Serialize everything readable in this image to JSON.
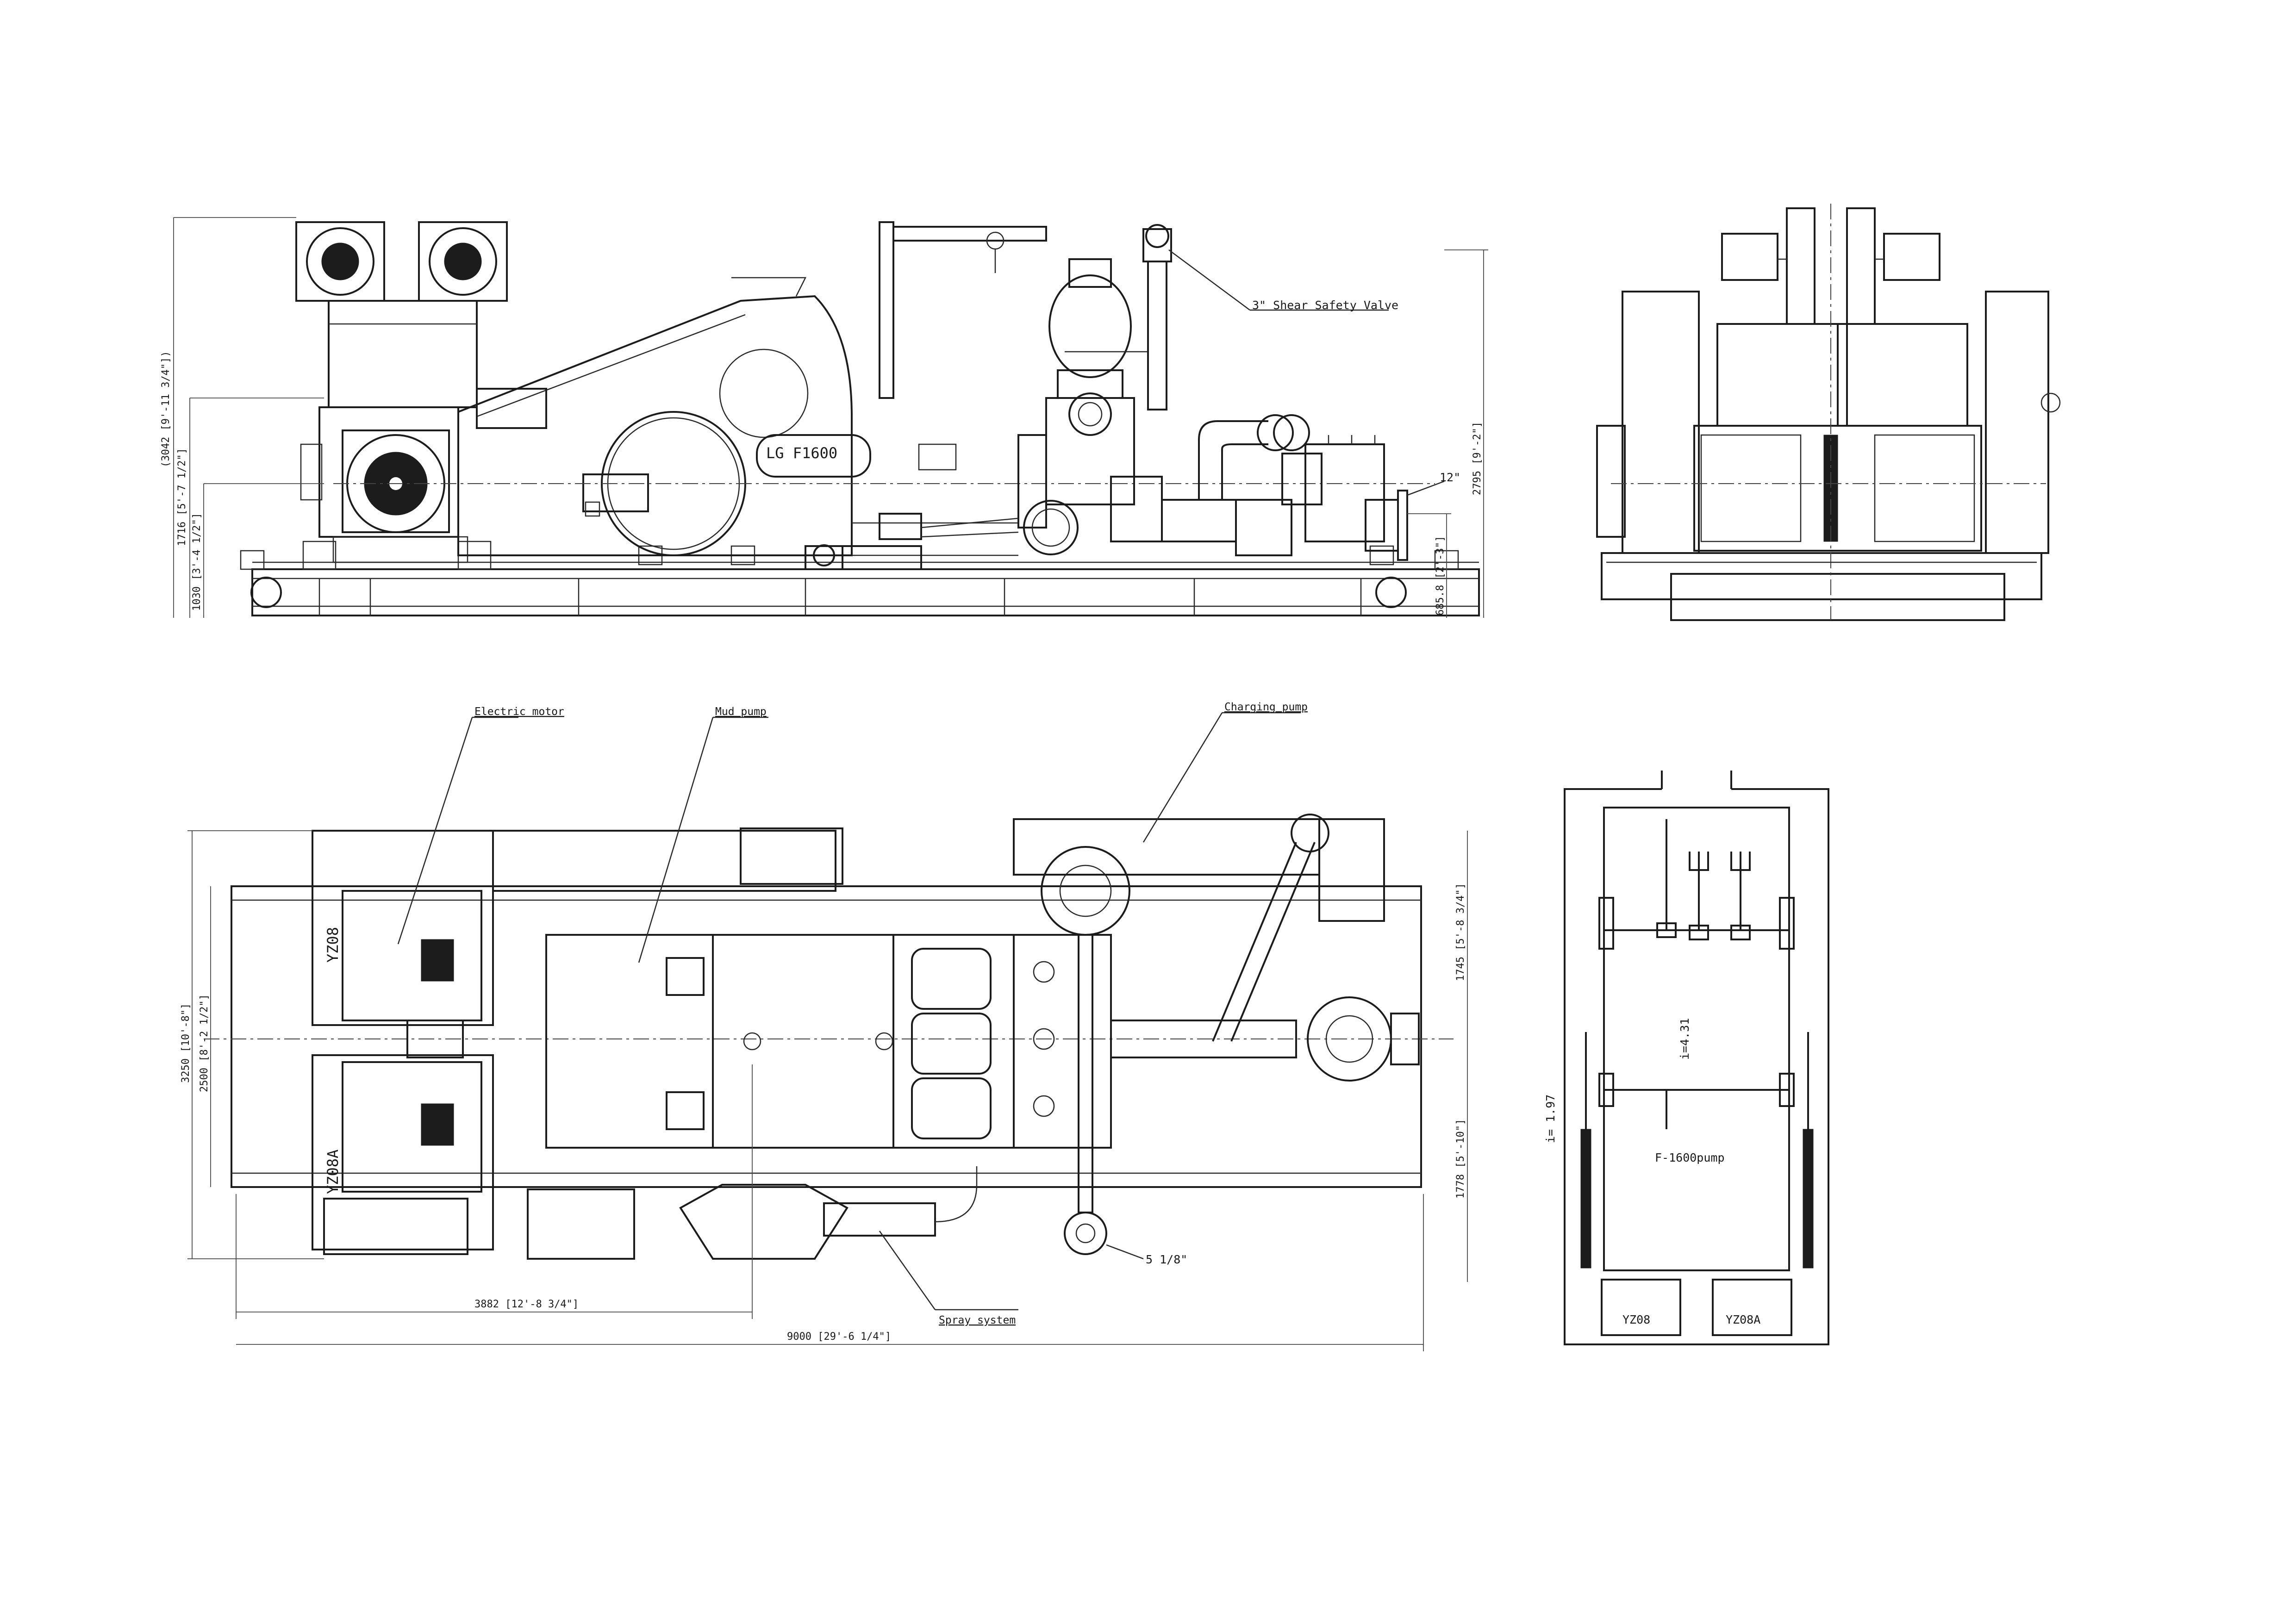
{
  "side_view": {
    "nameplate": "LG F1600",
    "callout_valve": "3\" Shear Safety Valve",
    "callout_pipe": "12\"",
    "dim_overall_height": "(3042 [9'-11 3/4\"])",
    "dim_motor_height": "1716 [5'-7 1/2\"]",
    "dim_shaft_height": "1030 [3'-4 1/2\"]",
    "dim_discharge_height": "2795 [9'-2\"]",
    "dim_suction_height": "685.8 [2'-3\"]"
  },
  "plan_view": {
    "label_motor": "Electric motor",
    "label_mud_pump": "Mud pump",
    "label_charging_pump": "Charging pump",
    "label_spray": "Spray system",
    "label_discharge": "5 1/8\"",
    "motor_a": "YZ08",
    "motor_b": "YZ08A",
    "dim_width": "3250 [10'-8\"]",
    "dim_rail_width": "2500 [8'-2 1/2\"]",
    "dim_upper_offset": "1745 [5'-8 3/4\"]",
    "dim_lower_offset": "1778 [5'-10\"]",
    "dim_motor_distance": "3882 [12'-8 3/4\"]",
    "dim_length": "9000 [29'-6 1/4\"]"
  },
  "schematic": {
    "ratio_gear": "i=4.31",
    "ratio_belt": "i= 1.97",
    "pump_label": "F-1600pump",
    "motor_1": "YZ08",
    "motor_2": "YZ08A"
  }
}
